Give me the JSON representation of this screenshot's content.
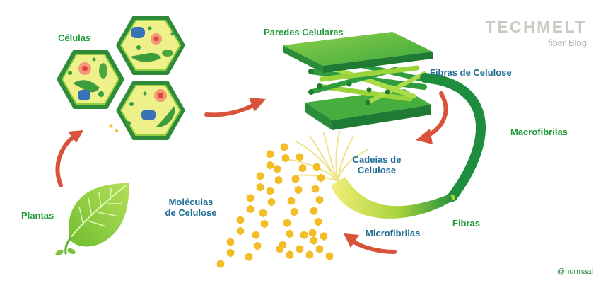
{
  "labels": {
    "celulas": "Células",
    "paredes_celulares": "Paredes Celulares",
    "fibras_de_celulose": "Fibras de Celulose",
    "macrofibrilas": "Macrofibrilas",
    "cadeias_de_celulose_line1": "Cadeias de",
    "cadeias_de_celulose_line2": "Celulose",
    "moleculas_de_celulose_line1": "Moléculas",
    "moleculas_de_celulose_line2": "de Celulose",
    "fibras": "Fibras",
    "microfibrilas": "Microfibrilas",
    "plantas": "Plantas"
  },
  "brand": {
    "name": "TECHMELT",
    "subtitle": "fiber Blog"
  },
  "credit": "@normaal",
  "colors": {
    "label_green": "#1e9a3a",
    "label_blue": "#1f6d96",
    "arrow_red": "#d9533a",
    "leaf_green": "#8ccd3a",
    "cell_outline": "#2f8a3a",
    "cell_fill": "#eef08a",
    "molecule_yellow": "#f2bd26",
    "fiber_dark_green": "#1e8e3e"
  }
}
